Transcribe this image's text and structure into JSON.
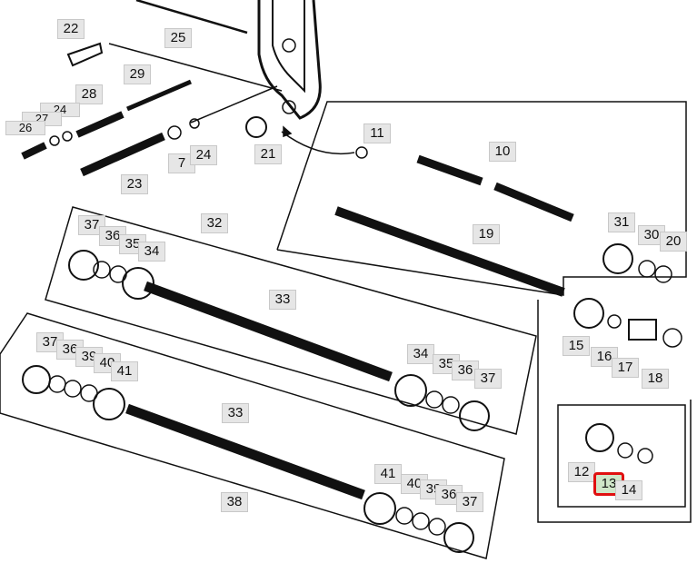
{
  "diagram": {
    "title": "Exploded parts diagram",
    "highlight_color": "#e01010",
    "labels": [
      "22",
      "25",
      "29",
      "28",
      "24",
      "27",
      "26",
      "7",
      "24",
      "21",
      "23",
      "11",
      "10",
      "19",
      "31",
      "30",
      "20",
      "32",
      "37",
      "36",
      "35",
      "34",
      "33",
      "15",
      "16",
      "17",
      "18",
      "37",
      "36",
      "39",
      "40",
      "41",
      "34",
      "35",
      "36",
      "37",
      "33",
      "38",
      "41",
      "40",
      "39",
      "36",
      "37",
      "12",
      "13",
      "14"
    ],
    "highlighted_label": "13"
  }
}
